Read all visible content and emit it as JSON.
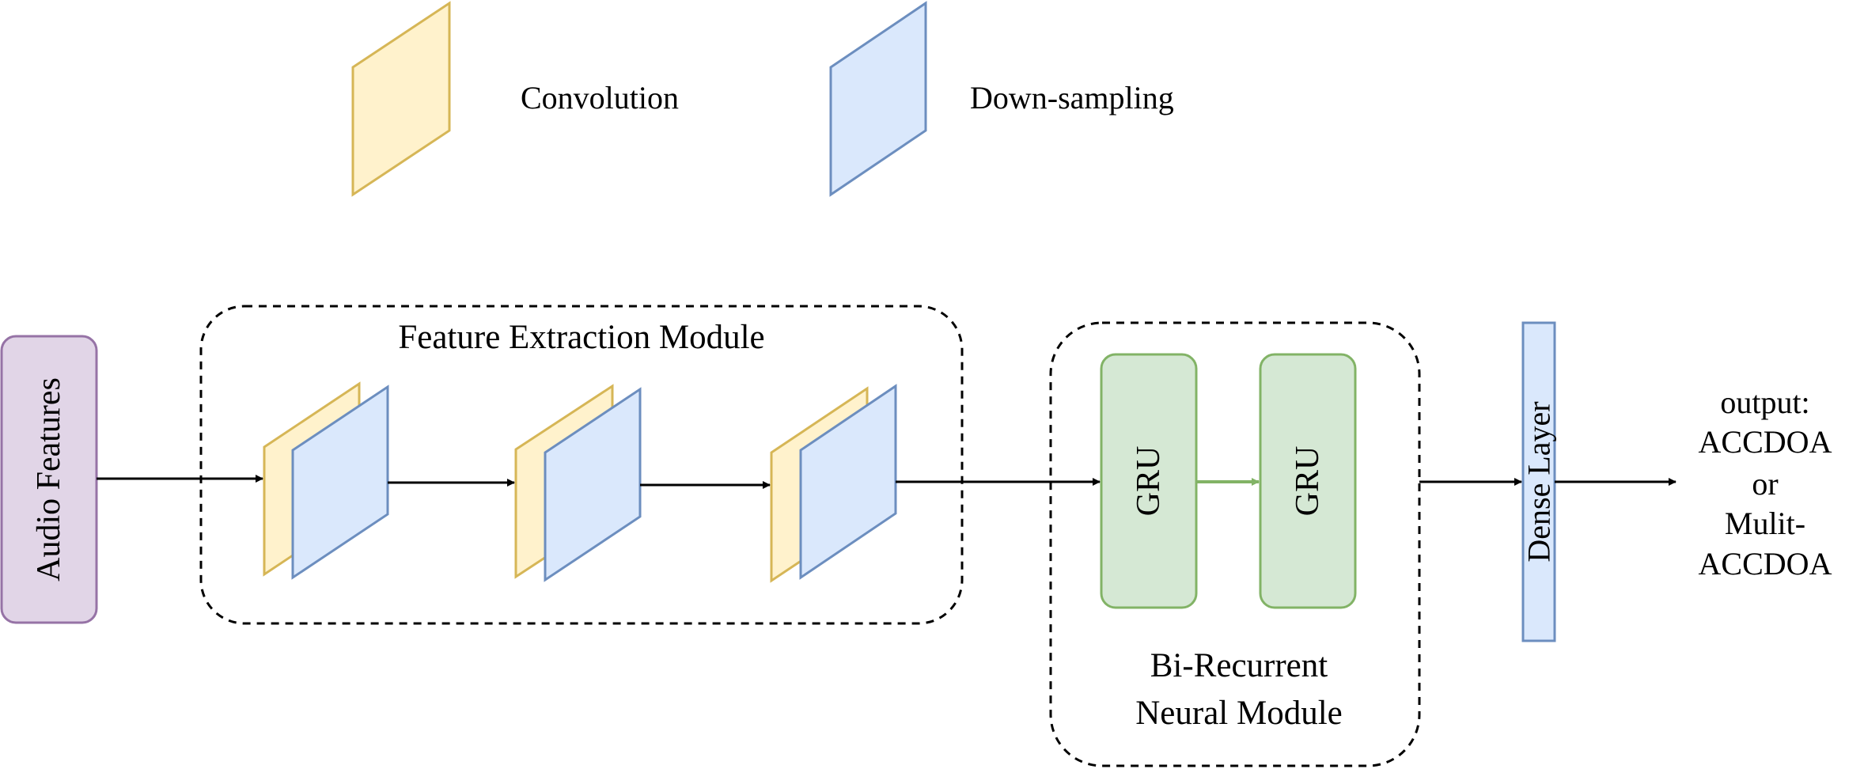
{
  "legend": {
    "convolution_label": "Convolution",
    "downsampling_label": "Down-sampling"
  },
  "modules": {
    "feature_extraction_label": "Feature Extraction Module",
    "bi_recurrent_label_line1": "Bi-Recurrent",
    "bi_recurrent_label_line2": "Neural Module"
  },
  "blocks": {
    "audio_features_label": "Audio Features",
    "gru_1_label": "GRU",
    "gru_2_label": "GRU",
    "dense_layer_label": "Dense Layer"
  },
  "output": {
    "line1": "output:",
    "line2": "ACCDOA",
    "line3": "or",
    "line4": "Mulit-",
    "line5": "ACCDOA"
  },
  "colors": {
    "convolution_fill": "#fff2cc",
    "convolution_stroke": "#d6b656",
    "downsampling_fill": "#dae8fc",
    "downsampling_stroke": "#6c8ebf",
    "audio_fill": "#e1d5e7",
    "audio_stroke": "#9673a6",
    "gru_fill": "#d5e8d4",
    "gru_stroke": "#82b366",
    "arrow": "#000000"
  }
}
